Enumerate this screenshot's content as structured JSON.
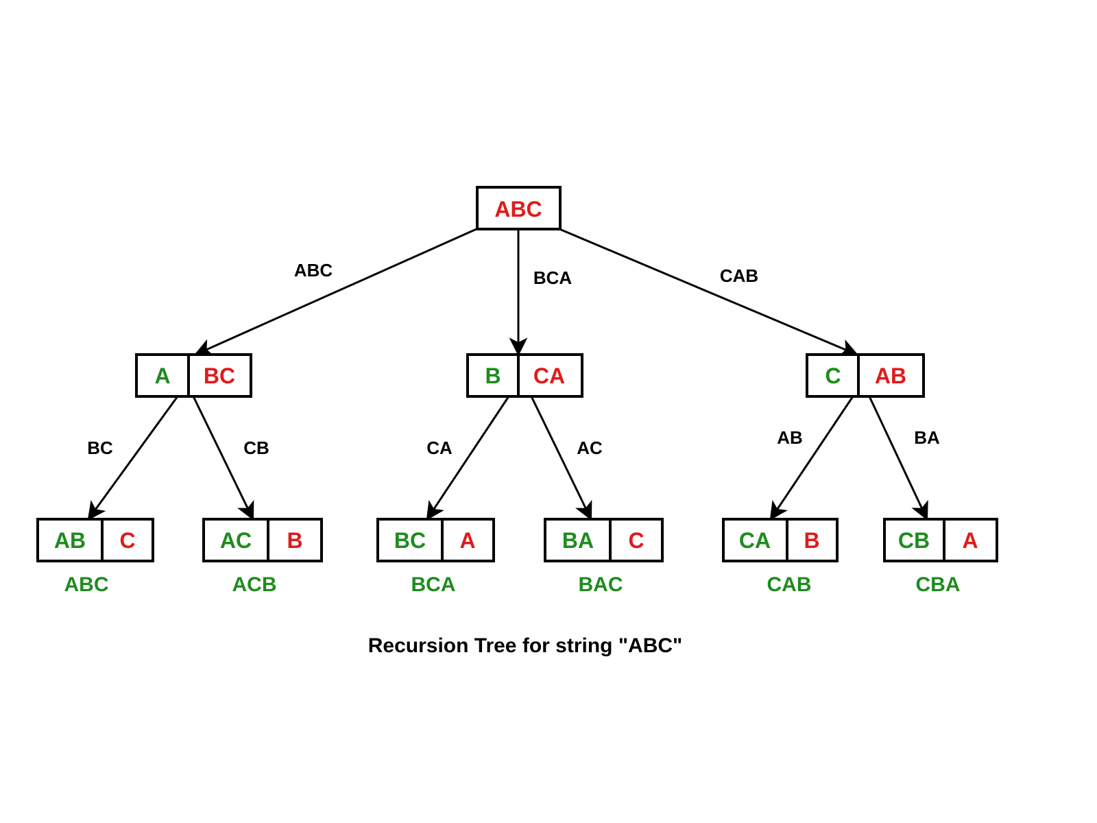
{
  "colors": {
    "fixed": "#1e8c1e",
    "remaining": "#e01b1b",
    "line": "#000000"
  },
  "root": {
    "remaining": "ABC"
  },
  "level1": [
    {
      "fixed": "A",
      "remaining": "BC",
      "edge_label": "ABC"
    },
    {
      "fixed": "B",
      "remaining": "CA",
      "edge_label": "BCA"
    },
    {
      "fixed": "C",
      "remaining": "AB",
      "edge_label": "CAB"
    }
  ],
  "level2": [
    {
      "fixed": "AB",
      "remaining": "C",
      "edge_label": "BC",
      "result": "ABC"
    },
    {
      "fixed": "AC",
      "remaining": "B",
      "edge_label": "CB",
      "result": "ACB"
    },
    {
      "fixed": "BC",
      "remaining": "A",
      "edge_label": "CA",
      "result": "BCA"
    },
    {
      "fixed": "BA",
      "remaining": "C",
      "edge_label": "AC",
      "result": "BAC"
    },
    {
      "fixed": "CA",
      "remaining": "B",
      "edge_label": "AB",
      "result": "CAB"
    },
    {
      "fixed": "CB",
      "remaining": "A",
      "edge_label": "BA",
      "result": "CBA"
    }
  ],
  "caption": "Recursion Tree for string \"ABC\""
}
